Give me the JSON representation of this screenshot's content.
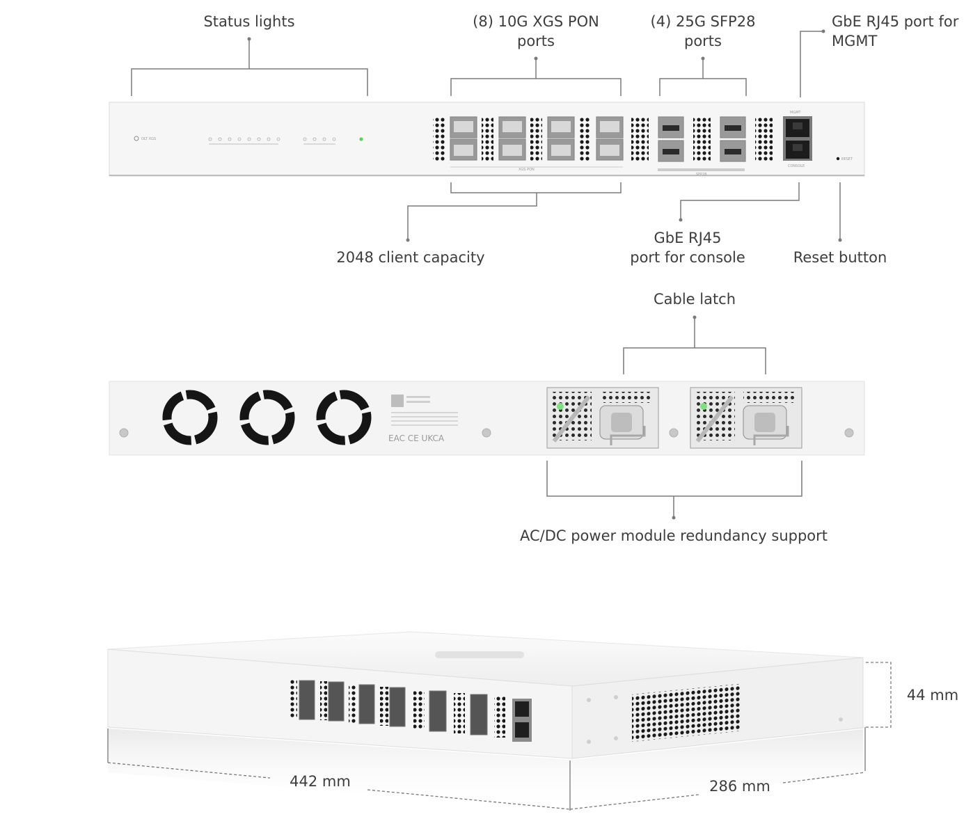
{
  "front": {
    "status_lights": "Status lights",
    "pon_ports": [
      "(8) 10G XGS PON",
      "ports"
    ],
    "sfp_ports": [
      "(4) 25G SFP28",
      "ports"
    ],
    "mgmt_port": [
      "GbE RJ45 port for",
      "MGMT"
    ],
    "client_capacity": "2048 client capacity",
    "console_port": [
      "GbE RJ45",
      "port for console"
    ],
    "reset_button": "Reset button",
    "device_label": "OLT XGS",
    "pon_caption": "XGS PON",
    "sfp_caption": "SFP28",
    "mgmt_caption": "MGMT",
    "console_caption": "CONSOLE",
    "reset_caption": "RESET"
  },
  "rear": {
    "cable_latch": "Cable latch",
    "power_redundancy": "AC/DC power module redundancy support",
    "cert_marks": "EAC CE UKCA"
  },
  "dimensions": {
    "width": "442 mm",
    "depth": "286 mm",
    "height": "44 mm"
  },
  "colors": {
    "leader_line": "#7a7a7a",
    "chassis": "#f4f4f4",
    "status_led": "#5dd25d"
  }
}
